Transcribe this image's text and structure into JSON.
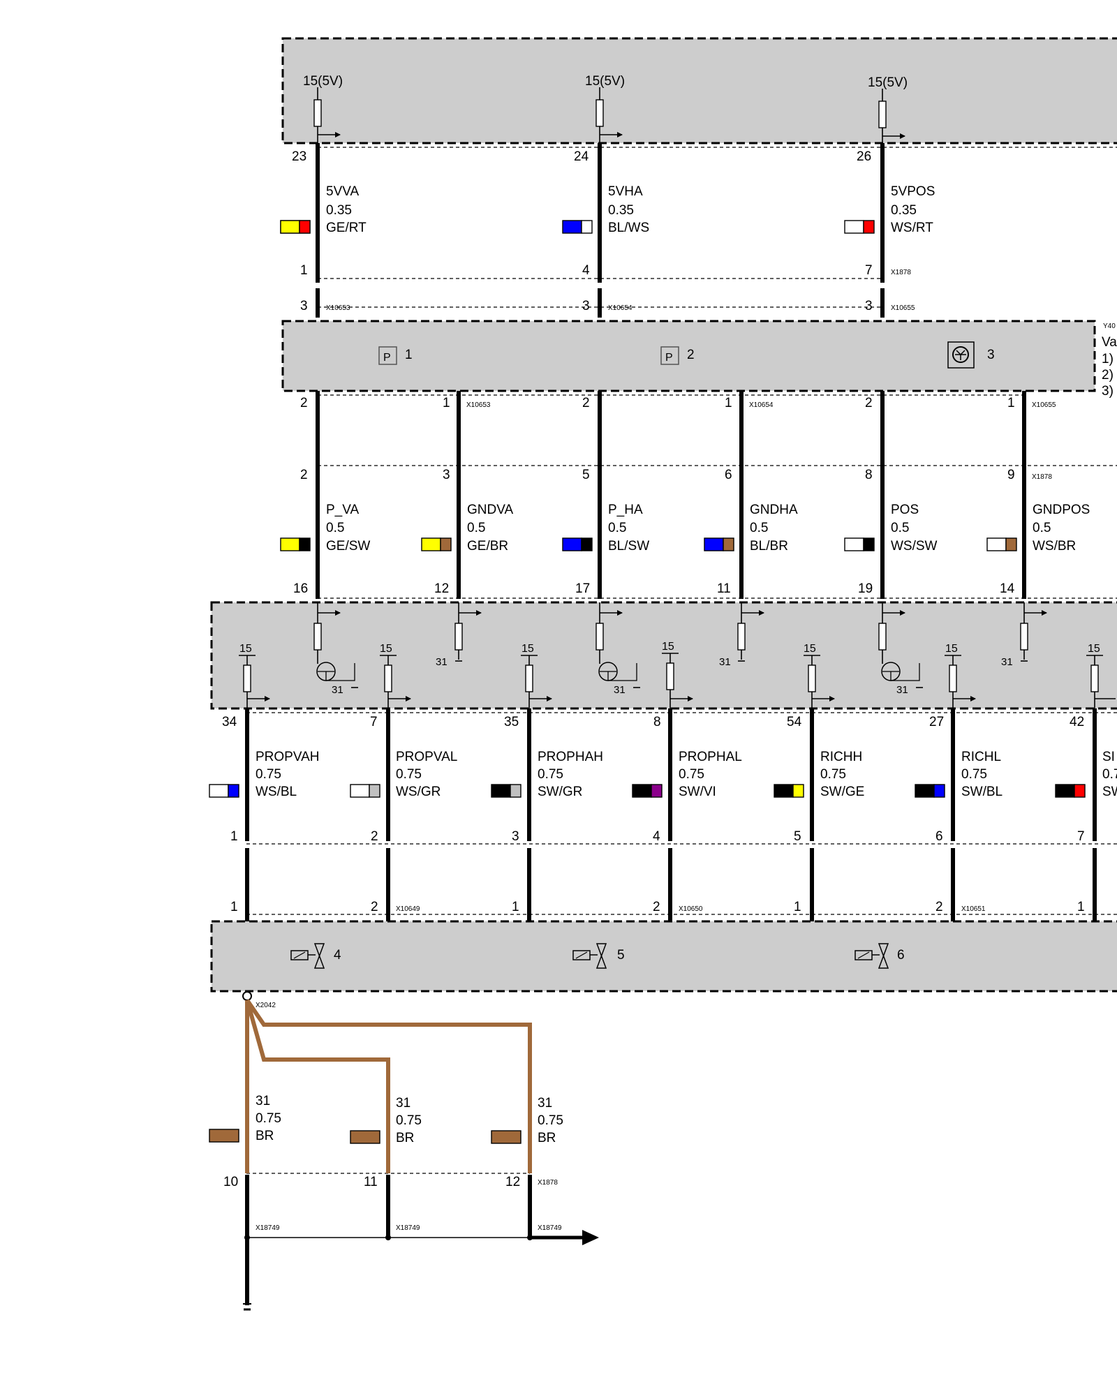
{
  "colors": {
    "box_fill": "#cdcdcd",
    "wire_brown": "#a0693a",
    "GE": "#ffff00",
    "RT": "#ff0000",
    "BL": "#0000ff",
    "WS": "#ffffff",
    "SW": "#000000",
    "BR": "#a0693a",
    "GR": "#c0c0c0",
    "VI": "#8b008b"
  },
  "supply_label": "15(5V)",
  "ground_label": "31",
  "fuse_label": "15",
  "right_box": {
    "tag": "Y40",
    "lines": [
      "Va",
      "1)",
      "2)",
      "3)"
    ]
  },
  "component_labels": {
    "sensor1": "1",
    "sensor2": "2",
    "sensor3": "3",
    "valve4": "4",
    "valve5": "5",
    "valve6": "6",
    "sensor_symbol": "P"
  },
  "top_wires": [
    {
      "pin_top": "23",
      "pin_bottom": "1",
      "pin_conn": "3",
      "conn": "X10653",
      "name": "5VVA",
      "size": "0.35",
      "color_code": "GE/RT",
      "c1": "#ffff00",
      "c2": "#ff0000"
    },
    {
      "pin_top": "24",
      "pin_bottom": "4",
      "pin_conn": "3",
      "conn": "X10654",
      "name": "5VHA",
      "size": "0.35",
      "color_code": "BL/WS",
      "c1": "#0000ff",
      "c2": "#ffffff"
    },
    {
      "pin_top": "26",
      "pin_bottom": "7",
      "pin_conn": "3",
      "conn": "X10655",
      "name": "5VPOS",
      "size": "0.35",
      "color_code": "WS/RT",
      "c1": "#ffffff",
      "c2": "#ff0000",
      "side_conn": "X1878"
    }
  ],
  "sensor_wires": [
    {
      "pin_s": "2",
      "pin_conn": "2",
      "pin_ecu": "16",
      "name": "P_VA",
      "size": "0.5",
      "color_code": "GE/SW",
      "c1": "#ffff00",
      "c2": "#000000"
    },
    {
      "pin_s": "1",
      "conn_s": "X10653",
      "pin_conn": "3",
      "pin_ecu": "12",
      "name": "GNDVA",
      "size": "0.5",
      "color_code": "GE/BR",
      "c1": "#ffff00",
      "c2": "#a0693a"
    },
    {
      "pin_s": "2",
      "pin_conn": "5",
      "pin_ecu": "17",
      "name": "P_HA",
      "size": "0.5",
      "color_code": "BL/SW",
      "c1": "#0000ff",
      "c2": "#000000"
    },
    {
      "pin_s": "1",
      "conn_s": "X10654",
      "pin_conn": "6",
      "pin_ecu": "11",
      "name": "GNDHA",
      "size": "0.5",
      "color_code": "BL/BR",
      "c1": "#0000ff",
      "c2": "#a0693a"
    },
    {
      "pin_s": "2",
      "pin_conn": "8",
      "pin_ecu": "19",
      "name": "POS",
      "size": "0.5",
      "color_code": "WS/SW",
      "c1": "#ffffff",
      "c2": "#000000"
    },
    {
      "pin_s": "1",
      "conn_s": "X10655",
      "pin_conn": "9",
      "pin_ecu": "14",
      "name": "GNDPOS",
      "size": "0.5",
      "color_code": "WS/BR",
      "c1": "#ffffff",
      "c2": "#a0693a",
      "side_conn": "X1878"
    }
  ],
  "valve_wires": [
    {
      "pin_ecu": "34",
      "pin_conn": "1",
      "pin_valve": "1",
      "name": "PROPVAH",
      "size": "0.75",
      "color_code": "WS/BL",
      "c1": "#ffffff",
      "c2": "#0000ff"
    },
    {
      "pin_ecu": "7",
      "pin_conn": "2",
      "pin_valve": "2",
      "conn_valve": "X10649",
      "name": "PROPVAL",
      "size": "0.75",
      "color_code": "WS/GR",
      "c1": "#ffffff",
      "c2": "#c0c0c0"
    },
    {
      "pin_ecu": "35",
      "pin_conn": "3",
      "pin_valve": "1",
      "name": "PROPHAH",
      "size": "0.75",
      "color_code": "SW/GR",
      "c1": "#000000",
      "c2": "#c0c0c0"
    },
    {
      "pin_ecu": "8",
      "pin_conn": "4",
      "pin_valve": "2",
      "conn_valve": "X10650",
      "name": "PROPHAL",
      "size": "0.75",
      "color_code": "SW/VI",
      "c1": "#000000",
      "c2": "#8b008b"
    },
    {
      "pin_ecu": "54",
      "pin_conn": "5",
      "pin_valve": "1",
      "name": "RICHH",
      "size": "0.75",
      "color_code": "SW/GE",
      "c1": "#000000",
      "c2": "#ffff00"
    },
    {
      "pin_ecu": "27",
      "pin_conn": "6",
      "pin_valve": "2",
      "conn_valve": "X10651",
      "name": "RICHL",
      "size": "0.75",
      "color_code": "SW/BL",
      "c1": "#000000",
      "c2": "#0000ff"
    },
    {
      "pin_ecu": "42",
      "pin_conn": "7",
      "pin_valve": "1",
      "name": "SI",
      "size": "0.7",
      "color_code": "SW",
      "c1": "#000000",
      "c2": "#ff0000"
    }
  ],
  "ground": {
    "splice_conn": "X2042",
    "side_conn": "X1878",
    "bus_conn": "X18749",
    "wires": [
      {
        "pin": "10",
        "name": "31",
        "size": "0.75",
        "color_code": "BR"
      },
      {
        "pin": "11",
        "name": "31",
        "size": "0.75",
        "color_code": "BR"
      },
      {
        "pin": "12",
        "name": "31",
        "size": "0.75",
        "color_code": "BR"
      }
    ]
  }
}
